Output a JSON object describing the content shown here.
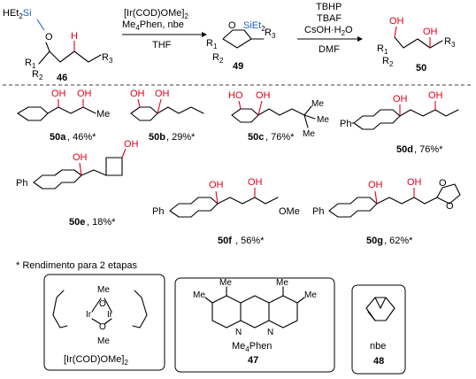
{
  "scheme": {
    "start": {
      "label": "46",
      "si": "Si",
      "hsi": "HEt",
      "h": "H",
      "o": "O",
      "r1": "R",
      "r2": "R",
      "r3": "R"
    },
    "step1": {
      "catalyst": "[Ir(COD)OMe]",
      "ligand": "Me",
      "ligand_rest": "Phen, nbe",
      "solvent": "THF"
    },
    "intermediate": {
      "label": "49",
      "o": "O",
      "si": "SiEt",
      "r1": "R",
      "r2": "R",
      "r3": "R"
    },
    "step2": {
      "reagent1": "TBHP",
      "reagent2": "TBAF",
      "reagent3": "CsOH·H",
      "reagent3_sub": "2",
      "reagent3_end": "O",
      "solvent": "DMF"
    },
    "product": {
      "label": "50",
      "oh1": "OH",
      "oh2": "OH",
      "r1": "R",
      "r2": "R",
      "r3": "R"
    }
  },
  "examples": [
    {
      "id": "50a",
      "yield": ", 46%*",
      "oh1": "OH",
      "oh2": "OH",
      "sub": "Me"
    },
    {
      "id": "50b",
      "yield": ", 29%*",
      "oh1": "OH",
      "oh2": "OH"
    },
    {
      "id": "50c",
      "yield": ", 76%*",
      "oh1": "HO",
      "oh2": "OH",
      "me1": "Me",
      "me2": "Me",
      "me3": "Me"
    },
    {
      "id": "50d",
      "yield": ", 76%*",
      "oh1": "OH",
      "oh2": "OH",
      "ph": "Ph"
    },
    {
      "id": "50e",
      "yield": ", 18%*",
      "oh1": "OH",
      "oh2": "OH",
      "ph": "Ph"
    },
    {
      "id": "50f",
      "yield": ", 56%*",
      "oh1": "OH",
      "oh2": "OH",
      "ph": "Ph",
      "ome": "OMe"
    },
    {
      "id": "50g",
      "yield": ", 62%*",
      "oh1": "OH",
      "oh2": "OH",
      "ph": "Ph",
      "o1": "O",
      "o2": "O"
    }
  ],
  "footnote": "* Rendimento para 2 etapas",
  "reagents": {
    "ir": {
      "me_top": "Me",
      "me_bottom": "Me",
      "o1": "O",
      "o2": "O",
      "ir1": "Ir",
      "ir2": "Ir",
      "label": "[Ir(COD)OMe]",
      "label_sub": "2"
    },
    "phen": {
      "me1": "Me",
      "me2": "Me",
      "me3": "Me",
      "me4": "Me",
      "n1": "N",
      "n2": "N",
      "name": "Me",
      "name_rest": "Phen",
      "label": "47"
    },
    "nbe": {
      "name": "nbe",
      "label": "48"
    }
  },
  "colors": {
    "red": "#e0001b",
    "blue": "#1f5fc7"
  }
}
